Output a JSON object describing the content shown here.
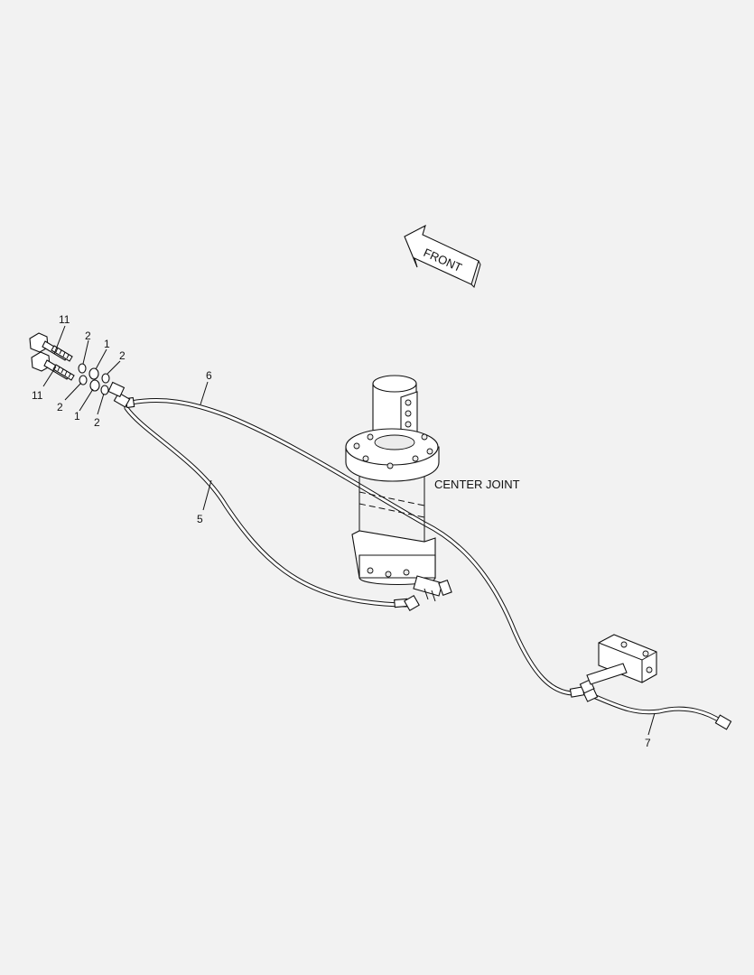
{
  "labels": {
    "front": "FRONT",
    "center_joint": "CENTER JOINT",
    "callouts": {
      "c11_top": "11",
      "c11_bottom": "11",
      "c2_top_left": "2",
      "c1_top": "1",
      "c2_top_right": "2",
      "c2_bottom_left": "2",
      "c1_bottom": "1",
      "c2_bottom_right": "2",
      "c6": "6",
      "c5": "5",
      "c7": "7"
    }
  },
  "colors": {
    "background": "#f2f2f2",
    "line": "#111111",
    "part_fill": "#ffffff"
  }
}
